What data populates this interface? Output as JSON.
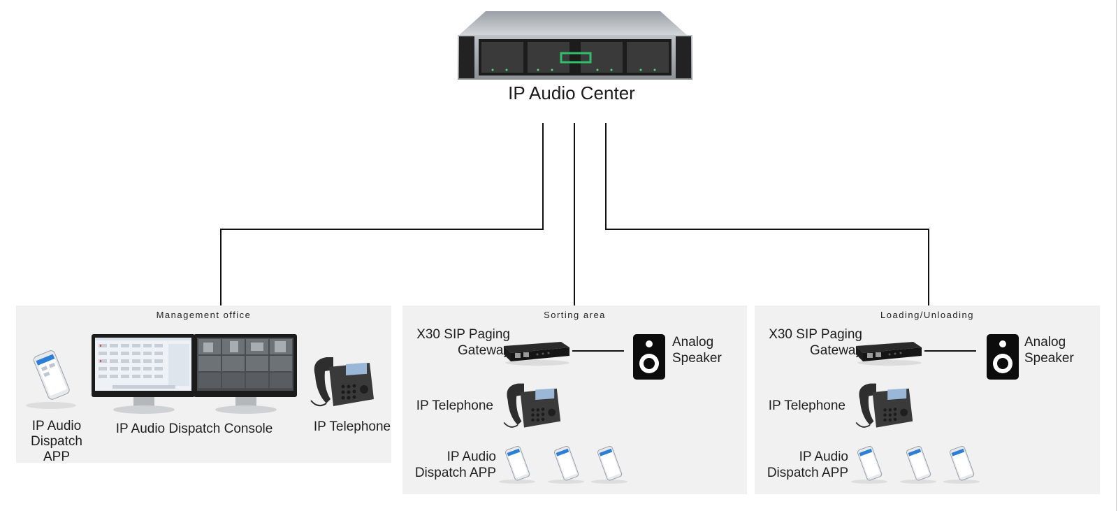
{
  "center": {
    "label": "IP Audio Center"
  },
  "zones": [
    {
      "title": "Management office",
      "devices": {
        "app": "IP Audio Dispatch APP",
        "console": "IP Audio Dispatch Console",
        "telephone": "IP Telephone"
      }
    },
    {
      "title": "Sorting area",
      "devices": {
        "gateway": "X30 SIP Paging Gateway",
        "speaker": "Analog Speaker",
        "telephone": "IP Telephone",
        "app": "IP Audio Dispatch APP"
      }
    },
    {
      "title": "Loading/Unloading",
      "devices": {
        "gateway": "X30 SIP Paging Gateway",
        "speaker": "Analog Speaker",
        "telephone": "IP Telephone",
        "app": "IP Audio Dispatch APP"
      }
    }
  ],
  "icons": {
    "server": "rack-server-icon",
    "phone": "mobile-phone-icon",
    "monitor": "monitor-icon",
    "telephone": "desk-telephone-icon",
    "gateway": "gateway-box-icon",
    "speaker": "speaker-icon"
  },
  "colors": {
    "panel": "#f1f1f1",
    "wire": "#111111",
    "accent": "#1e8a4e"
  }
}
